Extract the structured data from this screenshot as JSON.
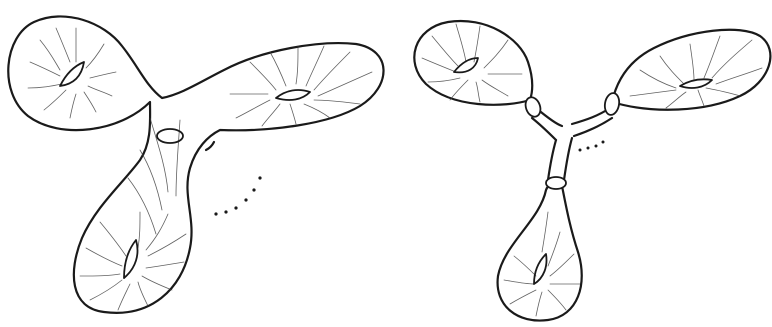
{
  "figure": {
    "panels": [
      {
        "id": "left",
        "handles": 3
      },
      {
        "id": "right",
        "handles": 3
      }
    ],
    "ink_color": "#1a1a1a",
    "background": "#ffffff"
  }
}
